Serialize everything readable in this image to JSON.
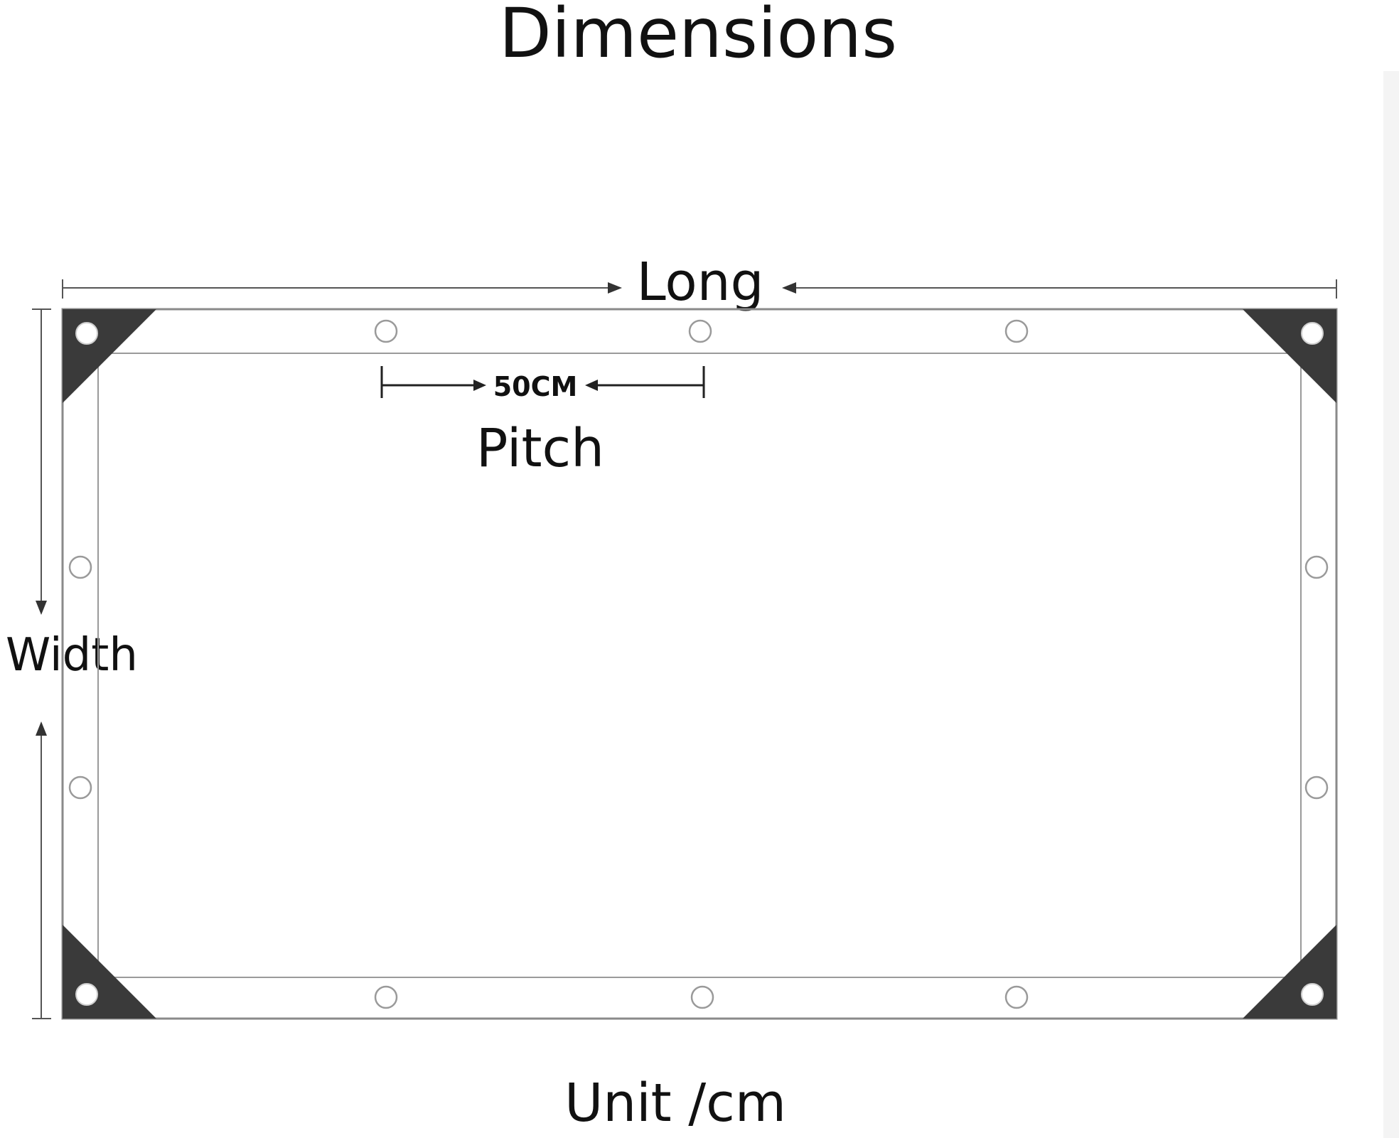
{
  "title": "Dimensions",
  "labels": {
    "long": "Long",
    "width": "Width",
    "pitch_value": "50CM",
    "pitch": "Pitch",
    "unit": "Unit /cm"
  },
  "colors": {
    "outline": "#8a8a8a",
    "corner_patch": "#3a3a3a",
    "text": "#111111",
    "background": "#ffffff"
  }
}
